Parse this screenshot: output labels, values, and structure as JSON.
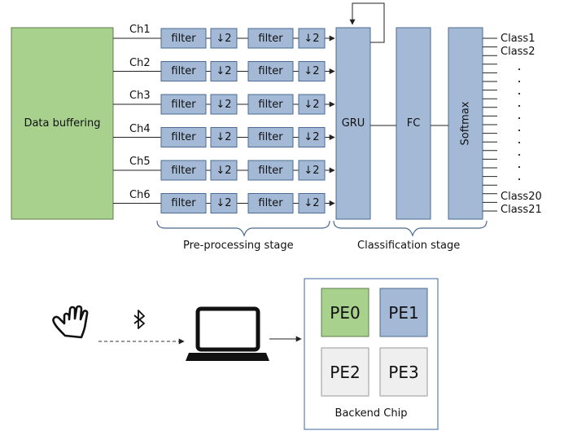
{
  "pipeline": {
    "input_block": "Data buffering",
    "channels": [
      "Ch1",
      "Ch2",
      "Ch3",
      "Ch4",
      "Ch5",
      "Ch6"
    ],
    "filter_label": "filter",
    "downsample_label": "↓2",
    "gru_label": "GRU",
    "fc_label": "FC",
    "softmax_label": "Softmax",
    "classes_top": [
      "Class1",
      "Class2"
    ],
    "classes_bottom": [
      "Class20",
      "Class21"
    ],
    "stages": [
      "Pre-processing stage",
      "Classification stage"
    ]
  },
  "system": {
    "chip_label": "Backend Chip",
    "pe": [
      {
        "label": "PE0",
        "color": "#a9d18e"
      },
      {
        "label": "PE1",
        "color": "#a4b9d6"
      },
      {
        "label": "PE2",
        "color": "#efefef"
      },
      {
        "label": "PE3",
        "color": "#efefef"
      }
    ],
    "icons": [
      "hand-icon",
      "bluetooth-icon",
      "laptop-icon"
    ]
  },
  "colors": {
    "green": "#a9d18e",
    "blue": "#a4b9d6",
    "gray": "#efefef",
    "stroke": "#4d6a92"
  }
}
